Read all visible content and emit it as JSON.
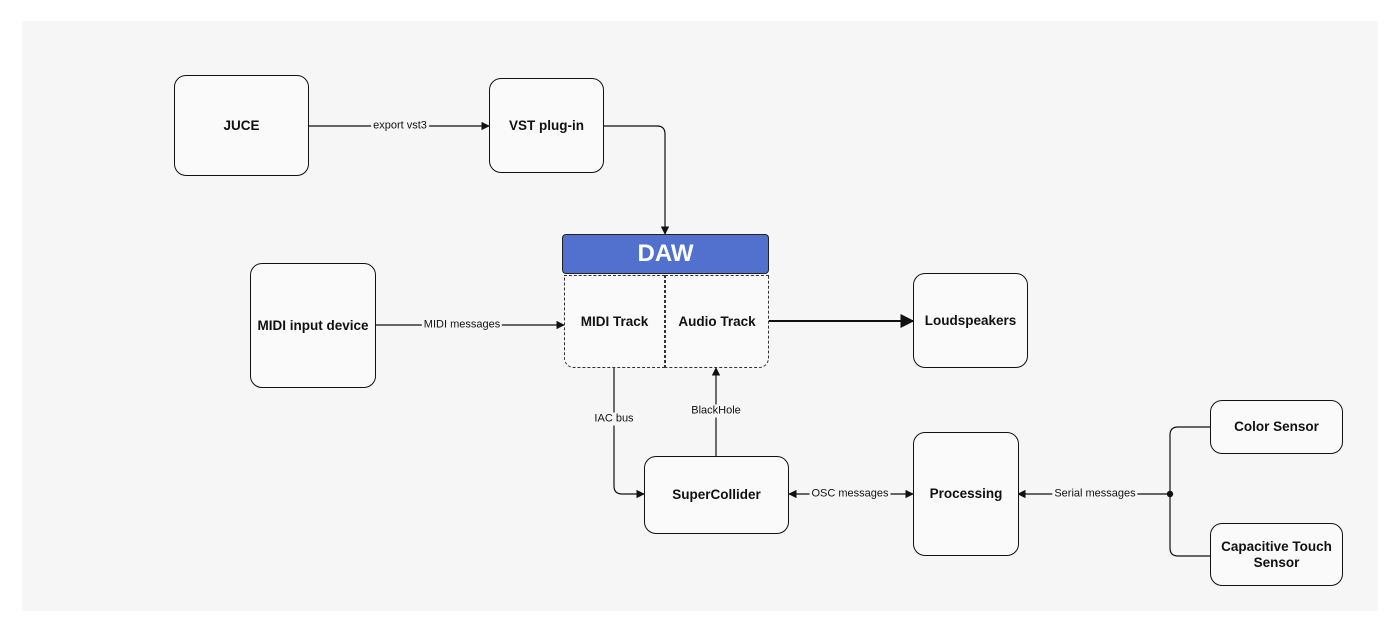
{
  "nodes": {
    "juce": "JUCE",
    "vst": "VST plug-in",
    "daw": "DAW",
    "midi_input": "MIDI input device",
    "midi_track": "MIDI Track",
    "audio_track": "Audio Track",
    "loudspeakers": "Loudspeakers",
    "supercollider": "SuperCollider",
    "processing": "Processing",
    "color_sensor": "Color Sensor",
    "cap_sensor": "Capacitive Touch Sensor"
  },
  "edges": {
    "export": "export vst3",
    "midi_messages": "MIDI messages",
    "iac": "IAC bus",
    "blackhole": "BlackHole",
    "osc": "OSC messages",
    "serial": "Serial messages"
  }
}
